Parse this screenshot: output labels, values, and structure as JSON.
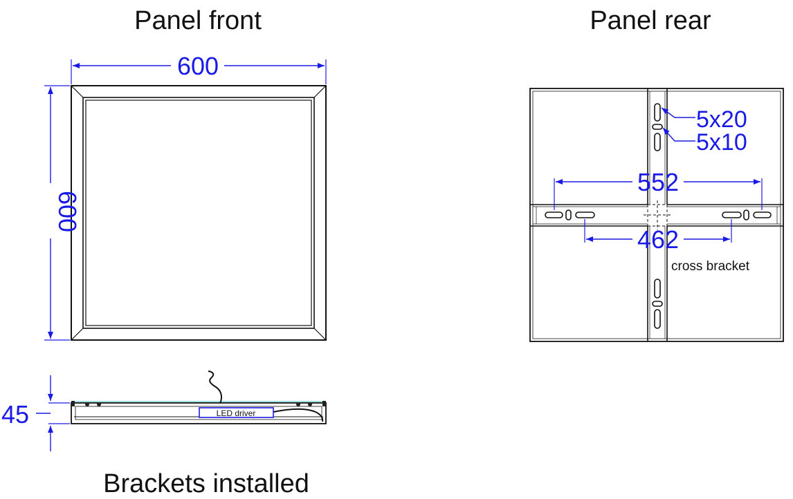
{
  "titles": {
    "front": "Panel front",
    "rear": "Panel rear",
    "side": "Brackets installed"
  },
  "dimensions": {
    "front_width": "600",
    "front_height": "600",
    "depth": "45",
    "slot_large": "5x20",
    "slot_small": "5x10",
    "outer_span": "552",
    "inner_span": "462"
  },
  "labels": {
    "cross_bracket": "cross bracket",
    "led_driver": "LED driver"
  },
  "colors": {
    "dimension": "#1a1ae6",
    "line": "#111111"
  }
}
